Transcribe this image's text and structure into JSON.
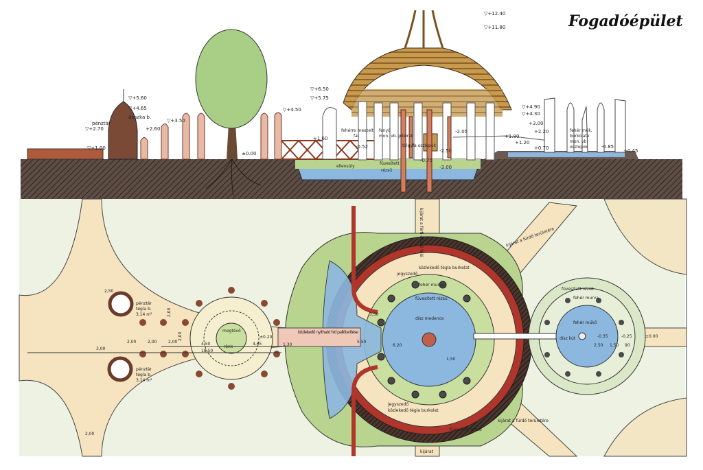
{
  "title": "Fogadóépület",
  "colors": {
    "ground": "#5a4a42",
    "grass": "#b9d48f",
    "water": "#8cb8e0",
    "brick": "#b0352a",
    "dark_ring": "#3b2a25",
    "cream": "#f6e3bf",
    "paper": "#eef2e2",
    "wood": "#8a5a2b",
    "tree": "#a9cf86"
  },
  "section": {
    "levels": {
      "l560": "▽+5.60",
      "l465": "▽+4.65",
      "l270": "▽+2.70",
      "l100": "▽+1.00",
      "l350": "▽+3.50",
      "l260": "+2.60",
      "l450": "▽+4.50",
      "l000": "±0.00",
      "l650": "▽+6.50",
      "l575": "▽+5.75",
      "l1240": "▽+12.40",
      "l1180": "▽+11.80",
      "l160": "+1.60",
      "l052": "-0.52",
      "l075": "-0.75",
      "l300m": "-3.00",
      "l205": "-2.05",
      "l250": "-2.50",
      "l490": "▽+4.90",
      "l430": "▽+4.30",
      "l300": "+3.00",
      "l220": "+2.20",
      "l180": "+1.80",
      "l120": "+1.20",
      "l070": "+0.70",
      "l085": "-0.85",
      "l045": "+0.45"
    },
    "labels": {
      "penztar": "pénztár",
      "deszka": "deszka b.",
      "feherre": "fehérre meszelt",
      "fal": "fal",
      "fenyo": "fenyő",
      "pallok": "mon. vb. pillérek",
      "ellensuly": "ellensúly",
      "fuvesitett": "füvesített",
      "rezsu": "rézsű",
      "facsoport": "tölgyfa oszlopok",
      "feher_mu": "fehér műk.",
      "burkolatu": "burkolatú",
      "mon_vb": "mon. vb.",
      "oszlopok": "oszlopok"
    }
  },
  "plan": {
    "labels": {
      "kijarat_ferfi": "kijárat a férfi öltöző felé",
      "kijarat_furdo_top": "kijárat a fürdő területére",
      "kijarat_furdo_bottom": "kijárat a fürdő területére",
      "kijarat_bottom": "kijárat",
      "kozlekedo_top": "közlekedő tégla burkolat",
      "kozlekedo_bottom": "közlekedő tégla burkolat",
      "jegyszedo_top": "jegyszedő",
      "jegyszedo_bottom": "jegyszedő",
      "feher_murva": "fehér murva",
      "fuvesitett_rezsu": "füvesített rézsű",
      "disz_medence": "dísz medence",
      "penztar1": "pénztár",
      "tegla1": "tégla b.",
      "area1": "3,14 m²",
      "penztar2": "pénztár",
      "tegla2": "tégla b.",
      "area2": "3,14 m²",
      "megtevo": "megtévő",
      "ronk": "rönk",
      "kozlekedo_nyithato": "közlekedő nyitható híd pallóterítése",
      "fuvesitett_rezsu_r": "füvesített rézsű",
      "feher_murva_r": "fehér murva",
      "feher_muko": "fehér műkő",
      "disz_kut": "dísz kút",
      "fuvesitett_rezsu_b": "füvesített rézsű"
    },
    "dims": {
      "d250": "2,50",
      "d200a": "2,00",
      "d200b": "2,00",
      "d200c": "2,00",
      "d300": "3,00",
      "d200v1": "2,00",
      "d200v2": "2,00",
      "d450": "4,50",
      "d1850": "18,50",
      "d465": "4,65",
      "d020": "±0.20",
      "d130": "1,30",
      "d550": "5,50",
      "d620": "6,20",
      "d350": "3,50",
      "d150": "1,50",
      "d0335": "-0.35",
      "d025": "-0.25",
      "d000": "±0.00",
      "d200bot": "2,00",
      "d250r": "2,50",
      "d150r": "1,50",
      "d90": "90"
    }
  }
}
